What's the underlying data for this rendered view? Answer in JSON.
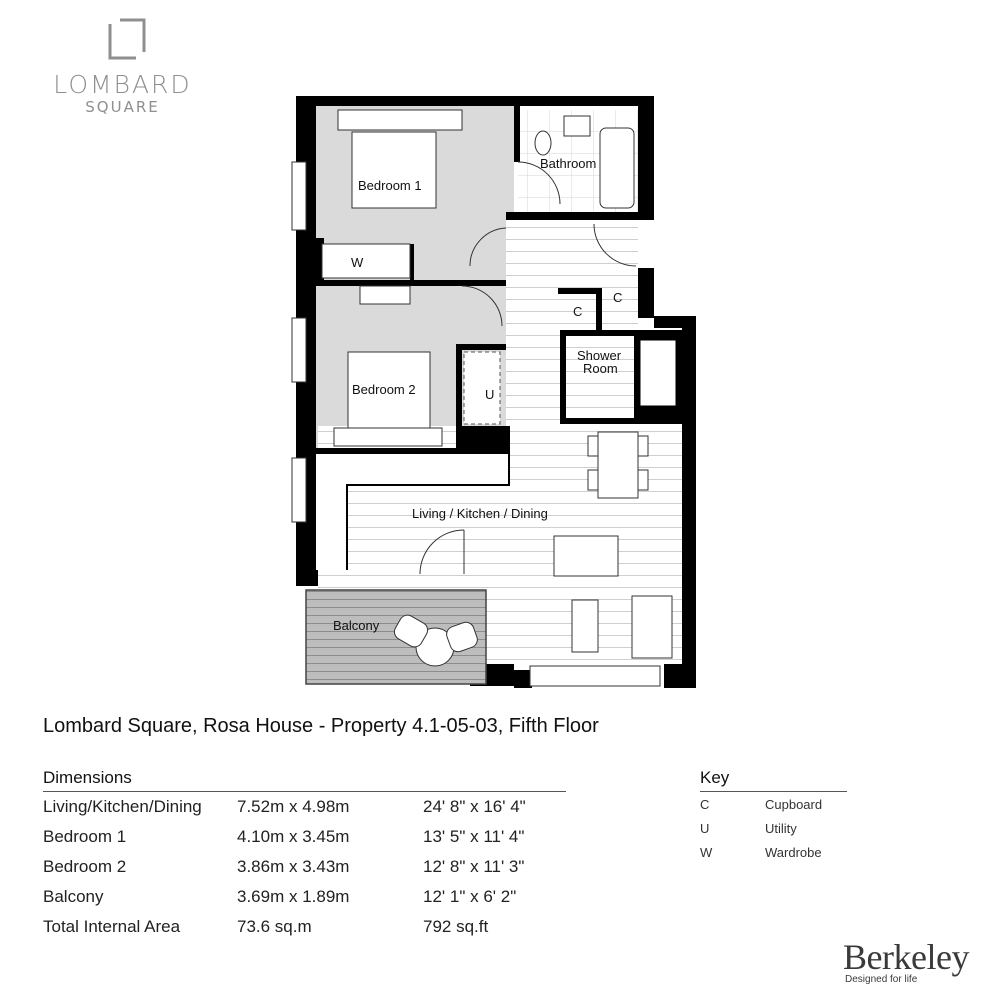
{
  "logo": {
    "name": "LOMBARD",
    "subtitle": "SQUARE",
    "color": "#8f8f8f"
  },
  "floorplan": {
    "rooms": [
      {
        "id": "bedroom1",
        "label": "Bedroom 1"
      },
      {
        "id": "bathroom",
        "label": "Bathroom"
      },
      {
        "id": "wardrobe",
        "label": "W"
      },
      {
        "id": "bedroom2",
        "label": "Bedroom 2"
      },
      {
        "id": "cupboard1",
        "label": "C"
      },
      {
        "id": "cupboard2",
        "label": "C"
      },
      {
        "id": "shower_line1",
        "label": "Shower"
      },
      {
        "id": "shower_line2",
        "label": "Room"
      },
      {
        "id": "utility",
        "label": "U"
      },
      {
        "id": "living",
        "label": "Living / Kitchen / Dining"
      },
      {
        "id": "balcony",
        "label": "Balcony"
      }
    ],
    "colors": {
      "wall": "#000000",
      "bedroom_floor": "#d9d9d9",
      "balcony_floor": "#bdbdbd",
      "floor_lines": "#c8c8c8"
    }
  },
  "title": "Lombard Square, Rosa House - Property 4.1-05-03, Fifth Floor",
  "dimensions": {
    "heading": "Dimensions",
    "rows": [
      {
        "room": "Living/Kitchen/Dining",
        "metric": "7.52m x 4.98m",
        "imperial": "24' 8\" x 16' 4\""
      },
      {
        "room": "Bedroom 1",
        "metric": "4.10m x 3.45m",
        "imperial": "13' 5\" x 11' 4\""
      },
      {
        "room": "Bedroom 2",
        "metric": "3.86m x 3.43m",
        "imperial": "12' 8\" x 11' 3\""
      },
      {
        "room": "Balcony",
        "metric": "3.69m x 1.89m",
        "imperial": "12' 1\" x 6' 2\""
      },
      {
        "room": "Total Internal Area",
        "metric": "73.6 sq.m",
        "imperial": "792 sq.ft"
      }
    ]
  },
  "key": {
    "heading": "Key",
    "items": [
      {
        "code": "C",
        "meaning": "Cupboard"
      },
      {
        "code": "U",
        "meaning": "Utility"
      },
      {
        "code": "W",
        "meaning": "Wardrobe"
      }
    ]
  },
  "brand": {
    "name": "Berkeley",
    "tagline": "Designed for life"
  }
}
